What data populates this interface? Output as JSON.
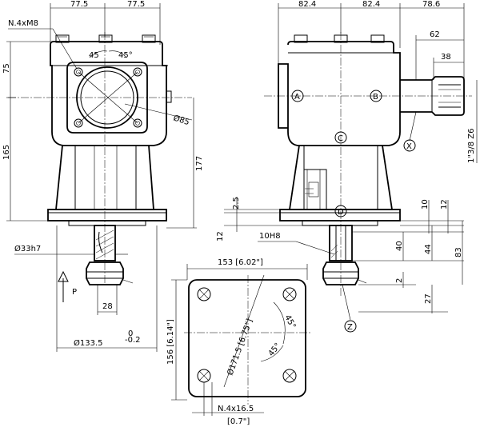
{
  "front_view": {
    "top_dim_left": "77.5",
    "top_dim_right": "77.5",
    "bolt_callout": "N.4xM8",
    "angle_left": "45",
    "angle_right": "45°",
    "bolt_circle_dia": "Ø85",
    "height_upper": "75",
    "height_total": "165",
    "height_right": "177",
    "shaft_fit": "Ø33h7",
    "direction_label": "P",
    "key_width": "28",
    "flange_dia": "Ø133.5",
    "flange_tol_upper": "0",
    "flange_tol_lower": "-0.2"
  },
  "side_view": {
    "top_dim_1": "82.4",
    "top_dim_2": "82.4",
    "top_dim_3": "78.6",
    "shaft_len_62": "62",
    "shaft_len_38": "38",
    "spline_label": "1\"3/8 Z6",
    "callout_a": "A",
    "callout_b": "B",
    "callout_c": "C",
    "callout_d": "D",
    "callout_x": "X",
    "callout_z": "Z",
    "dim_2_5": "2.5",
    "dim_12_left": "12",
    "bore_fit": "10H8",
    "dim_10": "10",
    "dim_12_right": "12",
    "dim_40": "40",
    "dim_44": "44",
    "dim_83": "83",
    "dim_2": "2",
    "dim_27": "27"
  },
  "base_view": {
    "width_label": "153 [6.02\"]",
    "height_label": "156 [6.14\"]",
    "diagonal_label": "Ø171.5 [6.75\"]",
    "angle_1": "45°",
    "angle_2": "45°",
    "hole_callout": "N.4x16.5",
    "hole_inch": "[0.7\"]"
  }
}
